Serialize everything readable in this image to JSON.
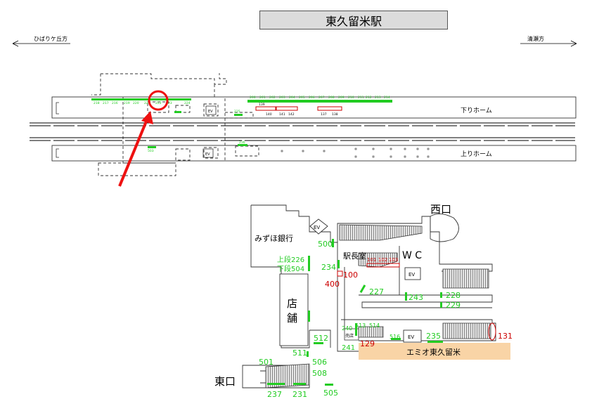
{
  "title": "東久留米駅",
  "directions": {
    "left": "ひばりケ丘方",
    "right": "清瀬方"
  },
  "platforms": {
    "down": "下りホーム",
    "up": "上りホーム"
  },
  "platform_codes": {
    "down_top_left": [
      "218",
      "217",
      "216",
      "219",
      "220",
      "221",
      "222",
      "223"
    ],
    "down_top_right": [
      "200",
      "201",
      "202",
      "203",
      "204",
      "205",
      "206",
      "207",
      "208",
      "209",
      "210",
      "211",
      "212",
      "213",
      "214"
    ],
    "down_mid": [
      "224",
      "225",
      "139",
      "140",
      "141",
      "142",
      "137",
      "138"
    ],
    "lower": [
      "503",
      "236"
    ]
  },
  "station": {
    "west_exit": "西口",
    "east_exit": "東口",
    "bank": "みずほ銀行",
    "station_master": "駅長室",
    "wc": "W C",
    "shop_line1": "店",
    "shop_line2": "舗",
    "ticket": "売店",
    "emio": "エミオ東久留米",
    "ev": "EV",
    "upper_226": "上段226",
    "lower_504": "下段504"
  },
  "codes_green": [
    "500",
    "234",
    "227",
    "243",
    "228",
    "229",
    "512",
    "511",
    "506",
    "508",
    "501",
    "237",
    "231",
    "505",
    "240",
    "513",
    "514",
    "241",
    "516",
    "235"
  ],
  "codes_red": [
    "100",
    "400",
    "129",
    "131",
    "101",
    "102",
    "103"
  ],
  "colors": {
    "code_green": "#22cc22",
    "code_red": "#cc0000",
    "emio_band": "#f9d4a6",
    "marker": "#ee1111"
  }
}
